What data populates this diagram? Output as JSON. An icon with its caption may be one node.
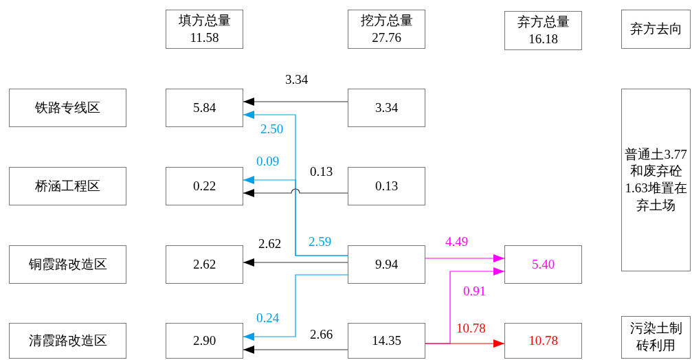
{
  "diagram": {
    "nodes": [
      {
        "text": [
          "填方总量",
          "11.58"
        ]
      },
      {
        "text": [
          "挖方总量",
          "27.76"
        ]
      },
      {
        "text": [
          "弃方总量",
          "16.18"
        ]
      },
      {
        "text": [
          "弃方去向"
        ]
      },
      {
        "text": [
          "铁路专线区"
        ]
      },
      {
        "text": [
          "5.84"
        ]
      },
      {
        "text": [
          "3.34"
        ]
      },
      {
        "text": [
          "普通土3.77和废弃砼1.63堆置在弃土场"
        ]
      },
      {
        "text": [
          "桥涵工程区"
        ]
      },
      {
        "text": [
          "0.22"
        ]
      },
      {
        "text": [
          "0.13"
        ]
      },
      {
        "text": [
          "铜霞路改造区"
        ]
      },
      {
        "text": [
          "2.62"
        ]
      },
      {
        "text": [
          "9.94"
        ]
      },
      {
        "text": [
          "5.40"
        ]
      },
      {
        "text": [
          "清霞路改造区"
        ]
      },
      {
        "text": [
          "2.90"
        ]
      },
      {
        "text": [
          "14.35"
        ]
      },
      {
        "text": [
          "10.78"
        ]
      },
      {
        "text": [
          "污染土制砖利用"
        ]
      }
    ],
    "edges": [
      {
        "from": 6,
        "to": 5,
        "arrow": "to",
        "label": "3.34"
      },
      {
        "from": 13,
        "to": 5,
        "arrow": "to",
        "label": "2.50",
        "color": "#00a0e9"
      },
      {
        "from": 13,
        "to": 9,
        "arrow": "to",
        "label": "0.09",
        "color": "#00a0e9"
      },
      {
        "from": 10,
        "to": 9,
        "arrow": "to",
        "label": "0.13"
      },
      {
        "from": 13,
        "to": 12,
        "arrow": "to",
        "label": "2.62"
      },
      {
        "from": 13,
        "to": 16,
        "arrow": "to",
        "label": "0.24",
        "color": "#00a0e9"
      },
      {
        "from": 17,
        "to": 16,
        "arrow": "to",
        "label": "2.66"
      },
      {
        "from": 13,
        "to": 14,
        "arrow": "to",
        "label": "4.49",
        "color": "#ff00ff"
      },
      {
        "from": 17,
        "to": 14,
        "arrow": "to",
        "label": "0.91",
        "color": "#ff00ff"
      },
      {
        "from": 17,
        "to": 18,
        "arrow": "to",
        "label": "10.78",
        "color": "#ff0000"
      }
    ],
    "labels": [
      "2.59"
    ]
  }
}
